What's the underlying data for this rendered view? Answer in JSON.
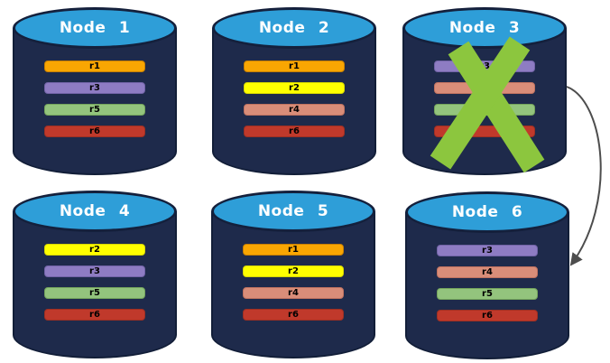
{
  "palette": {
    "background": "#FFFFFF",
    "cylinder_fill": "#1E2A4B",
    "cylinder_outline": "#121E38",
    "cap_fill": "#2E9ED8",
    "cap_border": "#14203C",
    "title_color": "#FFFFFF",
    "x_mark": "#8CC63E",
    "arrow": "#4D4D4D"
  },
  "nodes": [
    {
      "label": "Node 1",
      "bars": [
        {
          "id": "r1",
          "label": "r1",
          "fill": "#F9A602",
          "border": "#C77F00"
        },
        {
          "id": "r3",
          "label": "r3",
          "fill": "#8E7CC3",
          "border": "#7163A6"
        },
        {
          "id": "r5",
          "label": "r5",
          "fill": "#93C47D",
          "border": "#74A45C"
        },
        {
          "id": "r6",
          "label": "r6",
          "fill": "#C0392B",
          "border": "#9E2F22"
        }
      ]
    },
    {
      "label": "Node 2",
      "bars": [
        {
          "id": "r1",
          "label": "r1",
          "fill": "#F9A602",
          "border": "#C77F00"
        },
        {
          "id": "r2",
          "label": "r2",
          "fill": "#FFFF00",
          "border": "#D6D600"
        },
        {
          "id": "r4",
          "label": "r4",
          "fill": "#D98D79",
          "border": "#BF7260"
        },
        {
          "id": "r6",
          "label": "r6",
          "fill": "#C0392B",
          "border": "#9E2F22"
        }
      ]
    },
    {
      "label": "Node 3",
      "bars": [
        {
          "id": "r3",
          "label": "r3",
          "fill": "#8E7CC3",
          "border": "#7163A6"
        },
        {
          "id": "r4",
          "label": "",
          "fill": "#D98D79",
          "border": "#BF7260"
        },
        {
          "id": "r5",
          "label": "",
          "fill": "#93C47D",
          "border": "#74A45C"
        },
        {
          "id": "r6",
          "label": "",
          "fill": "#C0392B",
          "border": "#9E2F22"
        }
      ]
    },
    {
      "label": "Node 4",
      "bars": [
        {
          "id": "r2",
          "label": "r2",
          "fill": "#FFFF00",
          "border": "#D6D600"
        },
        {
          "id": "r3",
          "label": "r3",
          "fill": "#8E7CC3",
          "border": "#7163A6"
        },
        {
          "id": "r5",
          "label": "r5",
          "fill": "#93C47D",
          "border": "#74A45C"
        },
        {
          "id": "r6",
          "label": "r6",
          "fill": "#C0392B",
          "border": "#9E2F22"
        }
      ]
    },
    {
      "label": "Node 5",
      "bars": [
        {
          "id": "r1",
          "label": "r1",
          "fill": "#F9A602",
          "border": "#C77F00"
        },
        {
          "id": "r2",
          "label": "r2",
          "fill": "#FFFF00",
          "border": "#D6D600"
        },
        {
          "id": "r4",
          "label": "r4",
          "fill": "#D98D79",
          "border": "#BF7260"
        },
        {
          "id": "r6",
          "label": "r6",
          "fill": "#C0392B",
          "border": "#9E2F22"
        }
      ]
    },
    {
      "label": "Node 6",
      "bars": [
        {
          "id": "r3",
          "label": "r3",
          "fill": "#8E7CC3",
          "border": "#7163A6"
        },
        {
          "id": "r4",
          "label": "r4",
          "fill": "#D98D79",
          "border": "#BF7260"
        },
        {
          "id": "r5",
          "label": "r5",
          "fill": "#93C47D",
          "border": "#74A45C"
        },
        {
          "id": "r6",
          "label": "r6",
          "fill": "#C0392B",
          "border": "#9E2F22"
        }
      ]
    }
  ],
  "failure_x": {
    "node": "Node 3"
  },
  "arrow": {
    "from": "Node 3",
    "to": "Node 6"
  }
}
